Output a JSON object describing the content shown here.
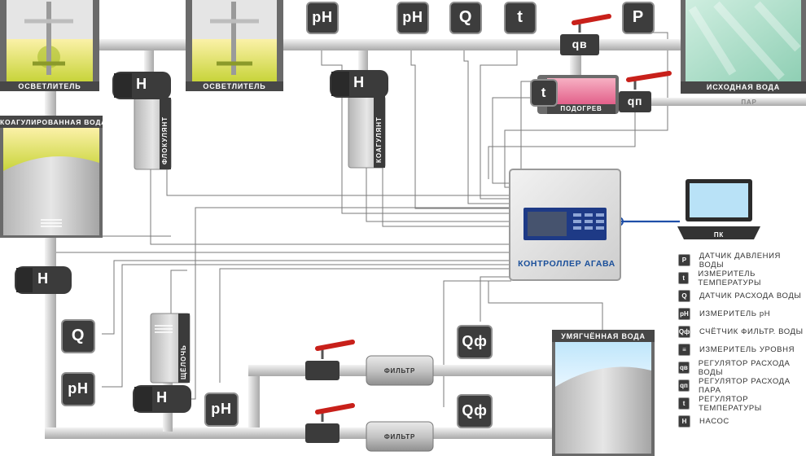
{
  "labels": {
    "clarifier_1": "ОСВЕТЛИТЕЛЬ",
    "clarifier_2": "ОСВЕТЛИТЕЛЬ",
    "source_water": "ИСХОДНАЯ ВОДА",
    "steam": "ПАР",
    "heating": "ПОДОГРЕВ",
    "coagulated_water": "КОАГУЛИРОВАННАЯ ВОДА",
    "flocculant": "ФЛОКУЛЯНТ",
    "coagulant": "КОАГУЛЯНТ",
    "alkali": "ЩЁЛОЧЬ",
    "softened_water": "УМЯГЧЁННАЯ ВОДА",
    "filter_1": "ФИЛЬТР",
    "filter_2": "ФИЛЬТР",
    "pc": "ПК",
    "controller": "КОНТРОЛЛЕР АГАВА"
  },
  "symbols": {
    "ph": "pH",
    "flow": "Q",
    "temp": "t",
    "pressure": "P",
    "pump": "H",
    "water_flow_reg": "qв",
    "steam_flow_reg": "qп",
    "filtered_counter": "Qф"
  },
  "legend": [
    {
      "icon": "P",
      "text": "ДАТЧИК ДАВЛЕНИЯ ВОДЫ"
    },
    {
      "icon": "t",
      "text": "ИЗМЕРИТЕЛЬ ТЕМПЕРАТУРЫ"
    },
    {
      "icon": "Q",
      "text": "ДАТЧИК РАСХОДА ВОДЫ"
    },
    {
      "icon": "pH",
      "text": "ИЗМЕРИТЕЛЬ pH"
    },
    {
      "icon": "Qф",
      "text": "СЧЁТЧИК ФИЛЬТР. ВОДЫ"
    },
    {
      "icon": "≡",
      "text": "ИЗМЕРИТЕЛЬ УРОВНЯ"
    },
    {
      "icon": "qв",
      "text": "РЕГУЛЯТОР РАСХОДА ВОДЫ"
    },
    {
      "icon": "qп",
      "text": "РЕГУЛЯТОР РАСХОДА ПАРА"
    },
    {
      "icon": "t",
      "text": "РЕГУЛЯТОР ТЕМПЕРАТУРЫ"
    },
    {
      "icon": "H",
      "text": "НАСОС"
    }
  ],
  "colors": {
    "pipe": "#c9c9c9",
    "sensor_body": "#3d3d3d",
    "controller_text": "#1a4f9a",
    "cable_blue": "#1f4fa8",
    "valve_red": "#c8201a"
  }
}
